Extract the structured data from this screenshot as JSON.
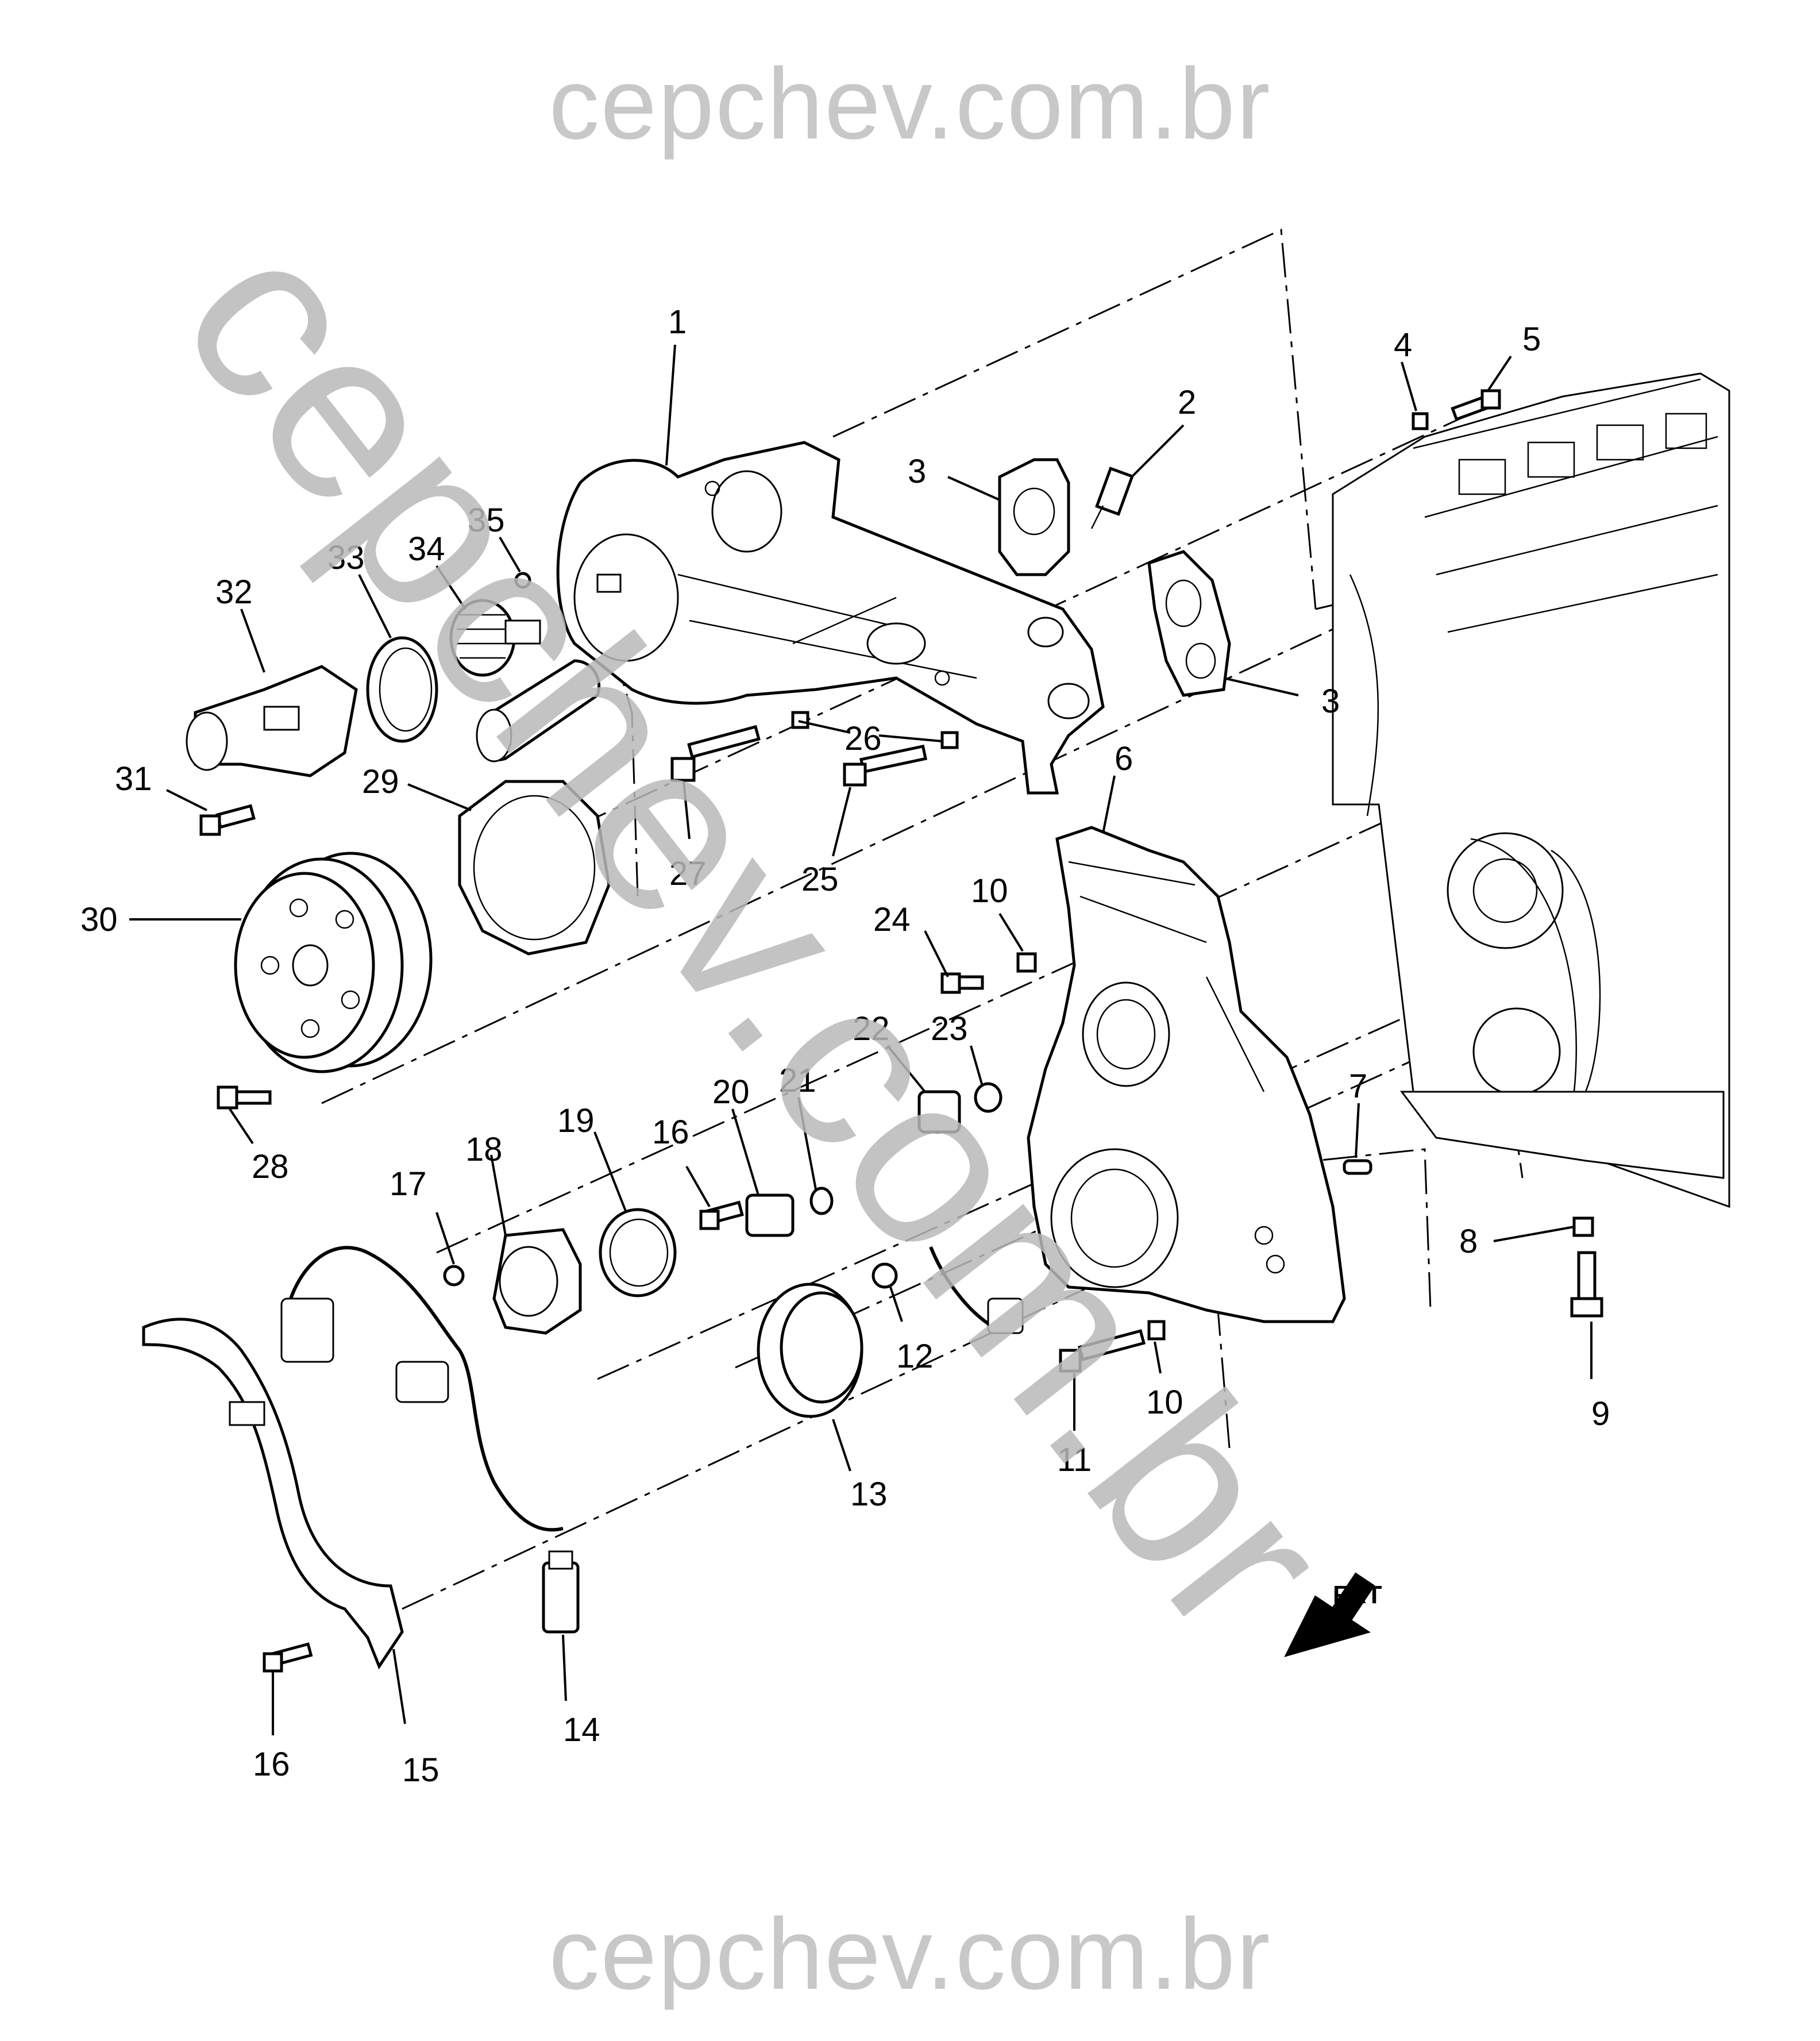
{
  "watermark": {
    "top": "cepchev.com.br",
    "bottom": "cepchev.com.br",
    "diagonal": "cepchev.com.br"
  },
  "direction_indicator": "FRT",
  "callouts": {
    "c1": "1",
    "c2": "2",
    "c3a": "3",
    "c3b": "3",
    "c4": "4",
    "c5": "5",
    "c6": "6",
    "c7": "7",
    "c8": "8",
    "c9": "9",
    "c10a": "10",
    "c10b": "10",
    "c11": "11",
    "c12": "12",
    "c13": "13",
    "c14": "14",
    "c15": "15",
    "c16a": "16",
    "c16b": "16",
    "c17": "17",
    "c18": "18",
    "c19": "19",
    "c20": "20",
    "c21": "21",
    "c22": "22",
    "c23": "23",
    "c24": "24",
    "c25": "25",
    "c26": "26",
    "c27": "27",
    "c28": "28",
    "c29": "29",
    "c30": "30",
    "c31": "31",
    "c32": "32",
    "c33": "33",
    "c34": "34",
    "c35": "35"
  }
}
